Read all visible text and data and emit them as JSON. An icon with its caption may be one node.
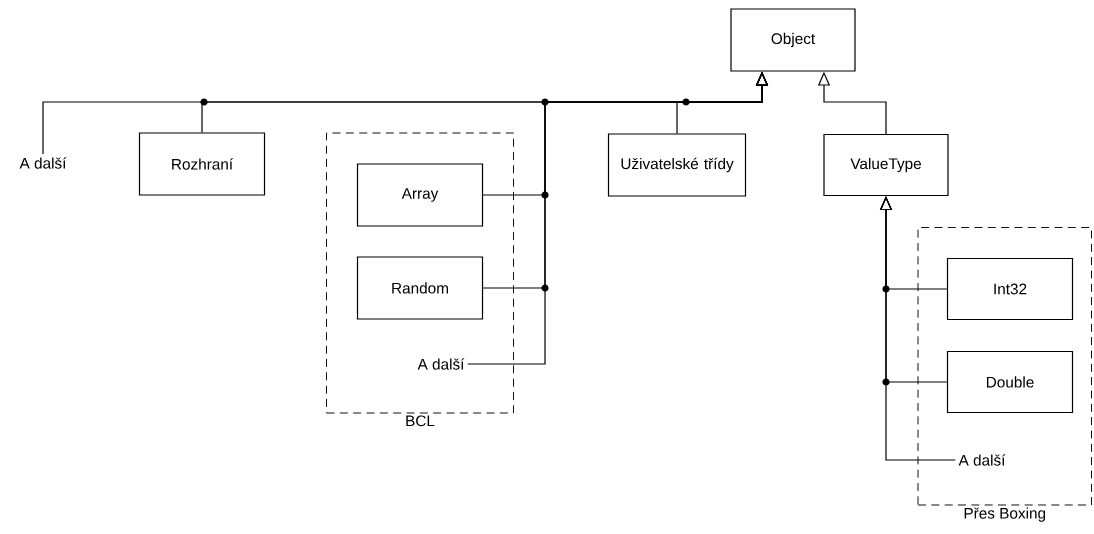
{
  "diagram": {
    "nodes": [
      {
        "text": [
          "Object"
        ]
      },
      {
        "text": [
          "A další"
        ]
      },
      {
        "text": [
          "Rozhraní"
        ]
      },
      {
        "text": [
          "BCL"
        ]
      },
      {
        "text": [
          "Array"
        ],
        "in": 3
      },
      {
        "text": [
          "Random"
        ],
        "in": 3
      },
      {
        "text": [
          "A další"
        ],
        "in": 3
      },
      {
        "text": [
          "Uživatelské třídy"
        ]
      },
      {
        "text": [
          "ValueType"
        ]
      },
      {
        "text": [
          "Přes Boxing"
        ]
      },
      {
        "text": [
          "Int32"
        ],
        "in": 9
      },
      {
        "text": [
          "Double"
        ],
        "in": 9
      },
      {
        "text": [
          "A další"
        ],
        "in": 9
      }
    ],
    "edges": [
      {
        "from": 1,
        "to": 0,
        "arrow": "to"
      },
      {
        "from": 2,
        "to": 0,
        "arrow": "to"
      },
      {
        "from": 4,
        "to": 0,
        "arrow": "to"
      },
      {
        "from": 5,
        "to": 0,
        "arrow": "to"
      },
      {
        "from": 6,
        "to": 0,
        "arrow": "to"
      },
      {
        "from": 7,
        "to": 0,
        "arrow": "to"
      },
      {
        "from": 8,
        "to": 0,
        "arrow": "to"
      },
      {
        "from": 10,
        "to": 8,
        "arrow": "to"
      },
      {
        "from": 11,
        "to": 8,
        "arrow": "to"
      },
      {
        "from": 12,
        "to": 8,
        "arrow": "to"
      }
    ]
  }
}
